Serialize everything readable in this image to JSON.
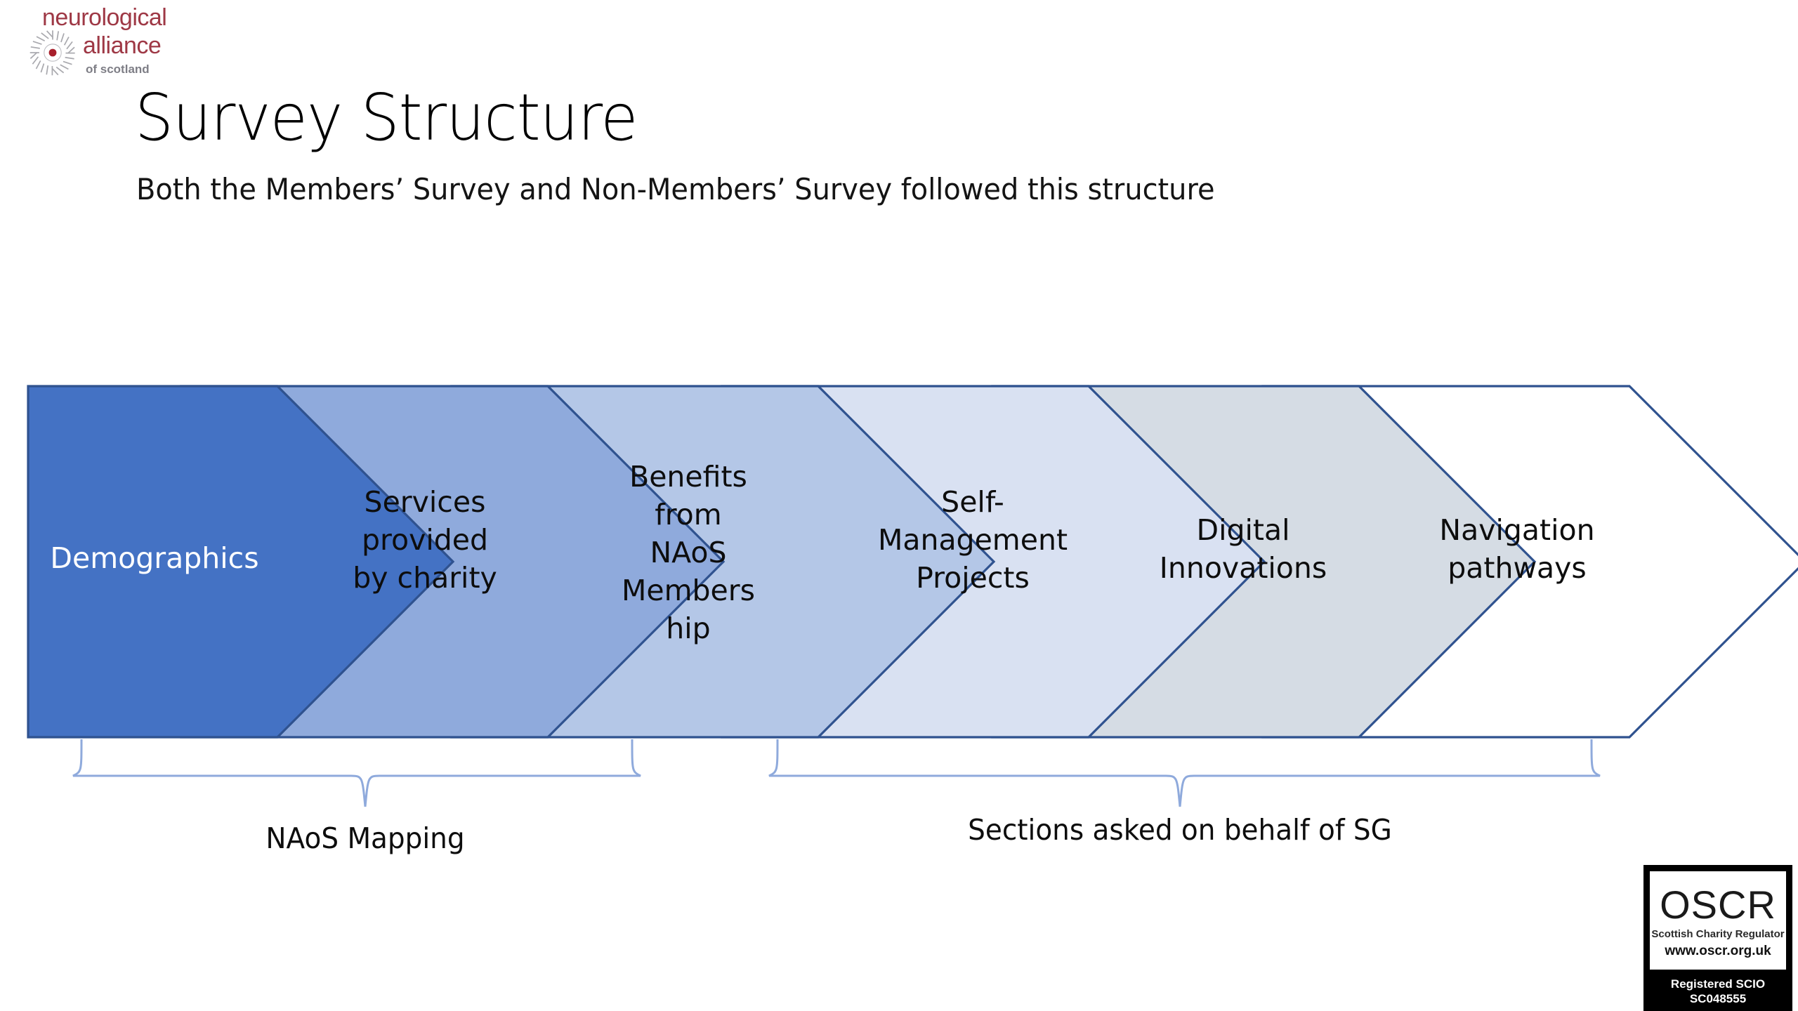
{
  "logo": {
    "line1": "neurological",
    "line2": "alliance",
    "line3": "of scotland",
    "mark_icon": "starburst-icon",
    "color_text": "#9E3845",
    "color_sub": "#7E7E86"
  },
  "header": {
    "title": "Survey Structure",
    "subtitle": "Both the Members’ Survey and Non-Members’ Survey followed this structure"
  },
  "chart_data": {
    "type": "process-chevron",
    "title": "Survey Structure",
    "orientation": "horizontal",
    "step_count": 6,
    "steps": [
      {
        "index": 1,
        "label": "Demographics",
        "fill": "#4472C4",
        "stroke": "#2F528F",
        "text_color": "#FFFFFF"
      },
      {
        "index": 2,
        "label": "Services\nprovided\nby charity",
        "fill": "#8FAADC",
        "stroke": "#2F528F",
        "text_color": "#0D0D0D"
      },
      {
        "index": 3,
        "label": "Benefits\nfrom\nNAoS\nMembers\nhip",
        "fill": "#B4C7E7",
        "stroke": "#2F528F",
        "text_color": "#0D0D0D"
      },
      {
        "index": 4,
        "label": "Self-\nManagement\nProjects",
        "fill": "#D9E1F2",
        "stroke": "#2F528F",
        "text_color": "#0D0D0D"
      },
      {
        "index": 5,
        "label": "Digital\nInnovations",
        "fill": "#D5DCE4",
        "stroke": "#2F528F",
        "text_color": "#0D0D0D"
      },
      {
        "index": 6,
        "label": "Navigation\npathways",
        "fill": "#FFFFFF",
        "stroke": "#2F528F",
        "text_color": "#0D0D0D"
      }
    ],
    "groupings": [
      {
        "label": "NAoS Mapping",
        "covers_steps": [
          1,
          2,
          3
        ]
      },
      {
        "label": "Sections asked on behalf of SG",
        "covers_steps": [
          4,
          5,
          6
        ]
      }
    ]
  },
  "braces": {
    "left_caption": "NAoS Mapping",
    "right_caption": "Sections asked on behalf of SG",
    "color": "#8FAADC"
  },
  "oscr": {
    "acronym": "OSCR",
    "tagline": "Scottish Charity Regulator",
    "url": "www.oscr.org.uk",
    "registration_line1": "Registered SCIO",
    "registration_line2": "SC048555"
  }
}
